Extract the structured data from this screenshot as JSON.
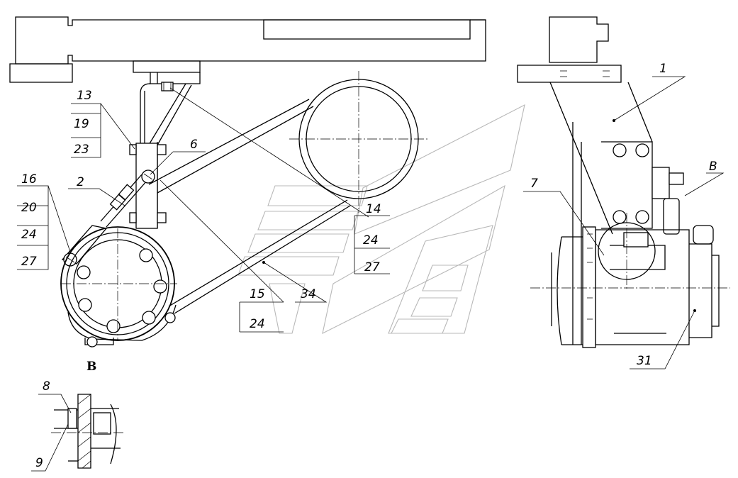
{
  "callouts": {
    "c1": "1",
    "c2": "2",
    "c6": "6",
    "c7": "7",
    "c8": "8",
    "c9": "9",
    "c13": "13",
    "c14": "14",
    "c15": "15",
    "c16": "16",
    "c19": "19",
    "c20": "20",
    "c23": "23",
    "c24a": "24",
    "c24b": "24",
    "c24c": "24",
    "c27a": "27",
    "c27b": "27",
    "c31": "31",
    "c34": "34",
    "cB": "B"
  },
  "view_label": "B"
}
